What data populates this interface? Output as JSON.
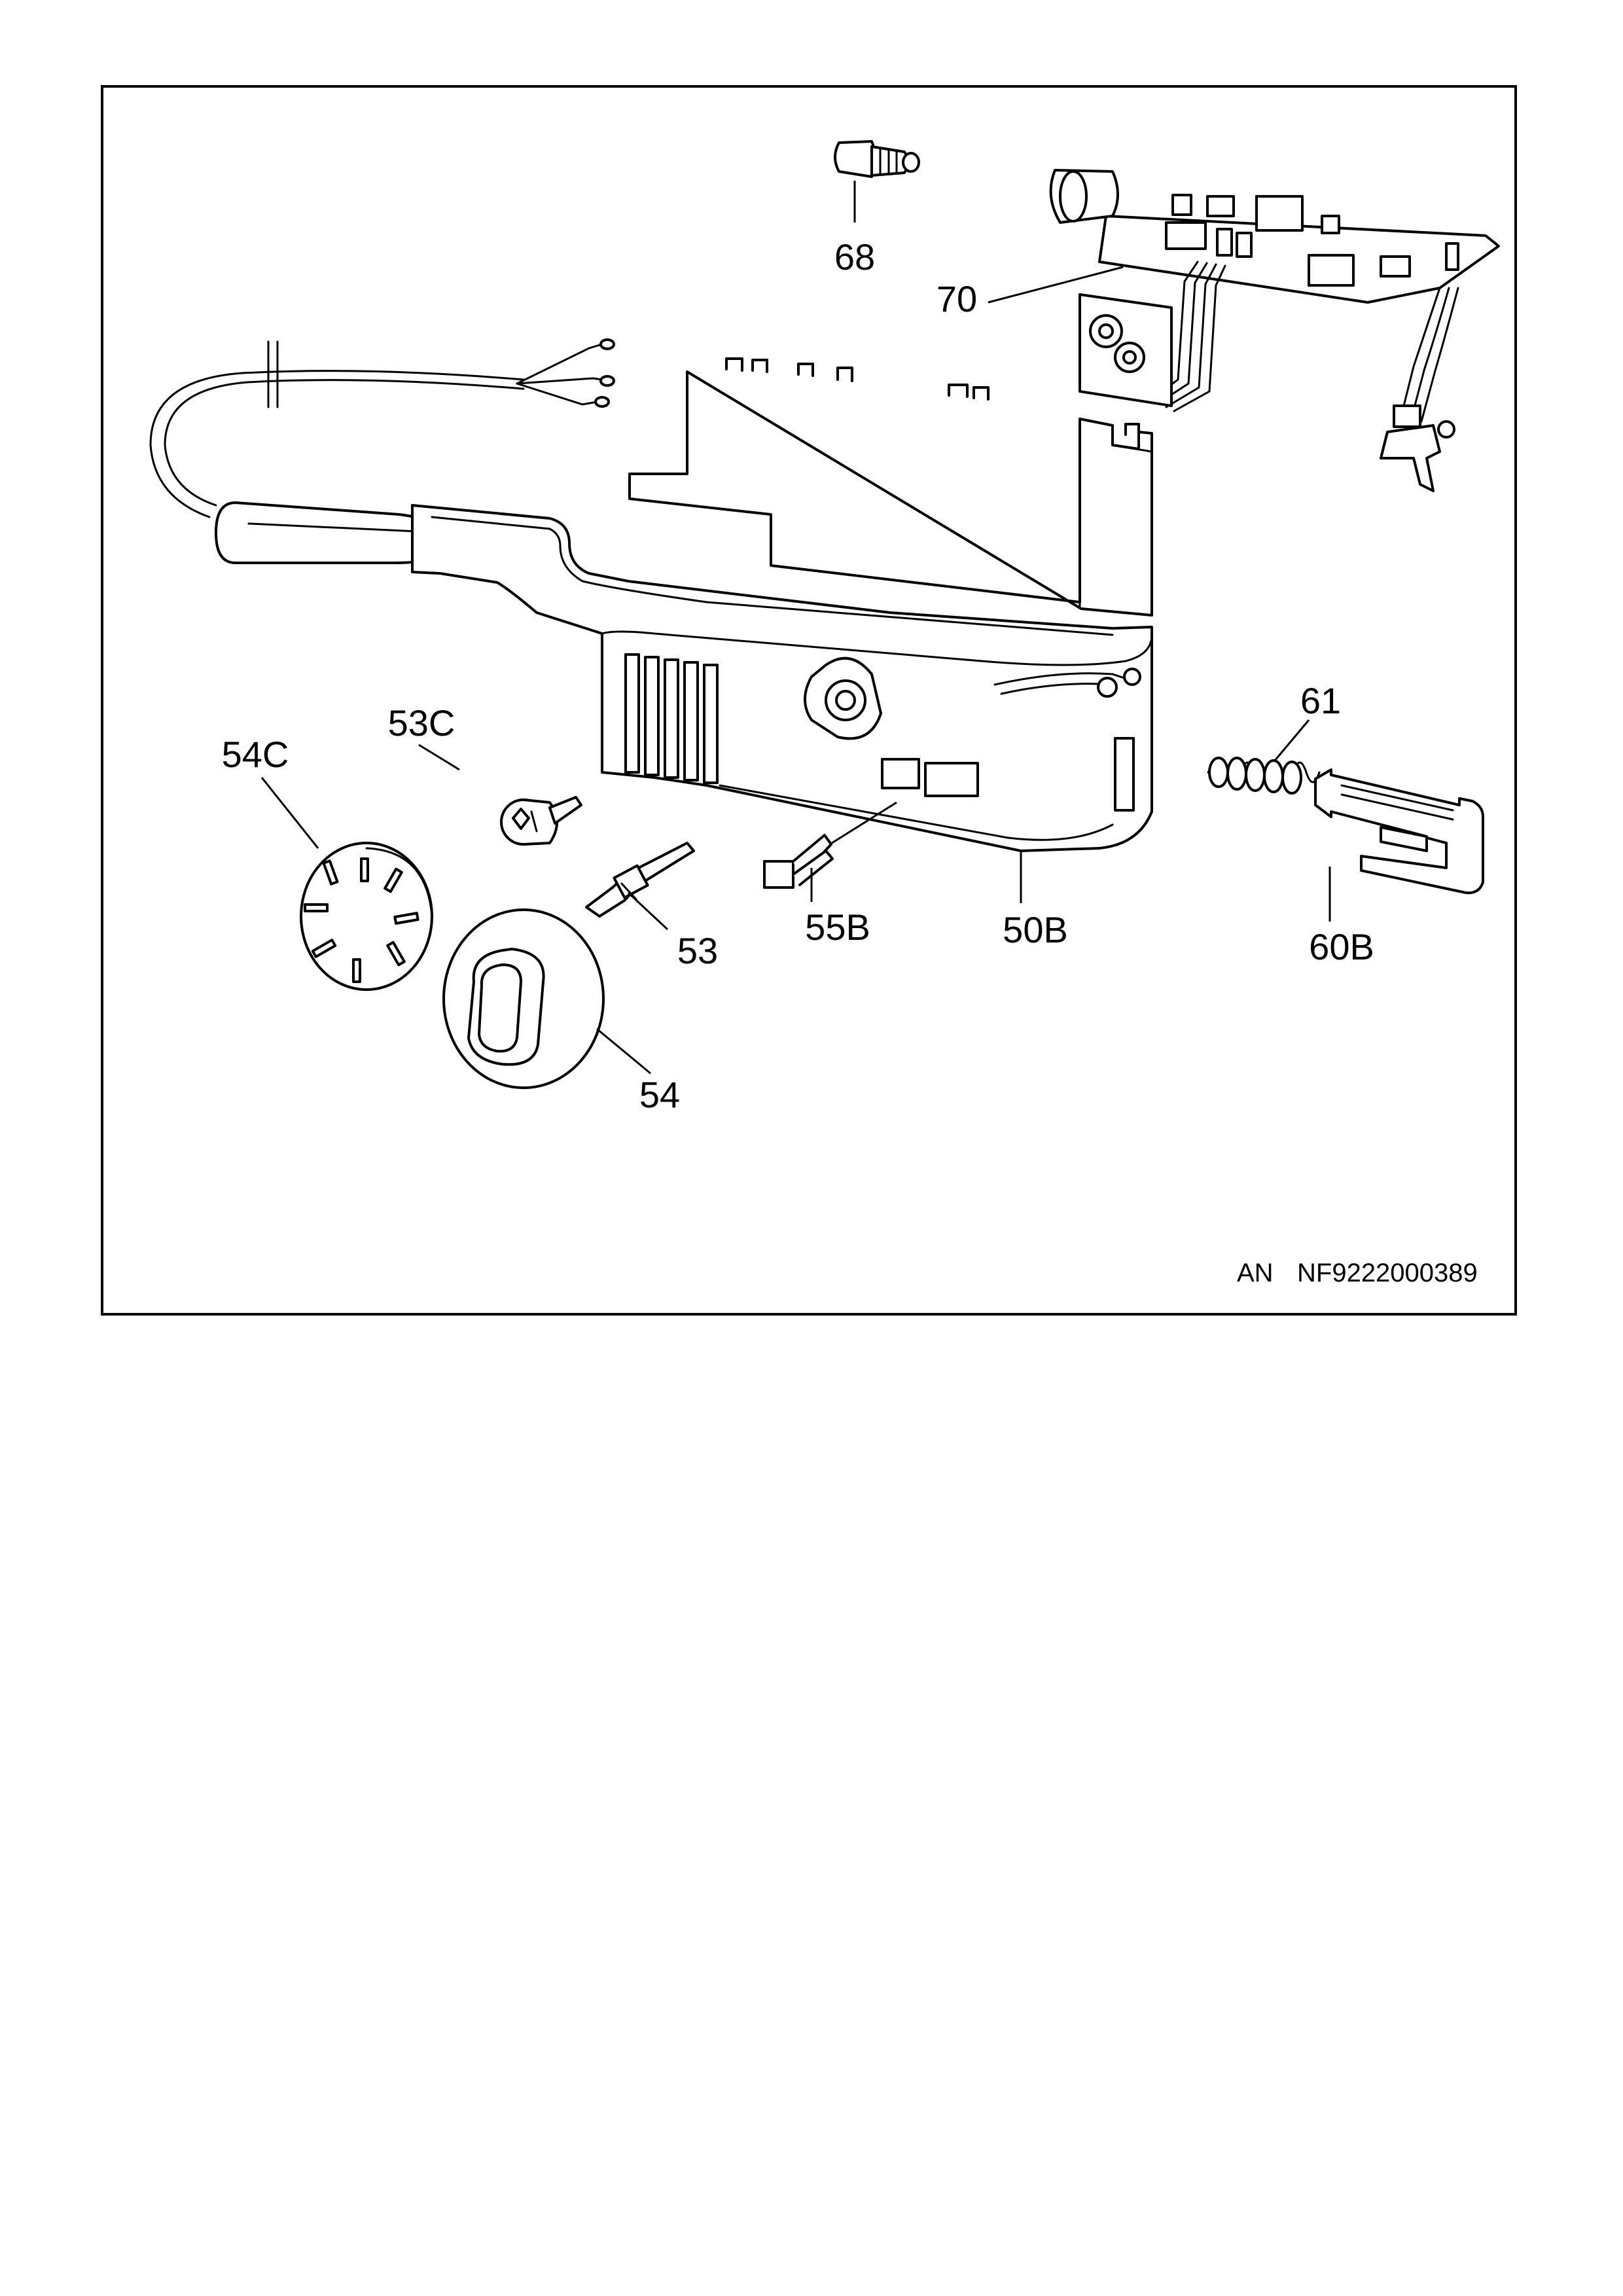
{
  "labels": {
    "p68": "68",
    "p70": "70",
    "p61": "61",
    "p53c": "53C",
    "p54c": "54C",
    "p55b": "55B",
    "p50b": "50B",
    "p60b": "60B",
    "p53": "53",
    "p54": "54"
  },
  "footer": {
    "lang": "AN",
    "doc_code": "NF9222000389"
  }
}
